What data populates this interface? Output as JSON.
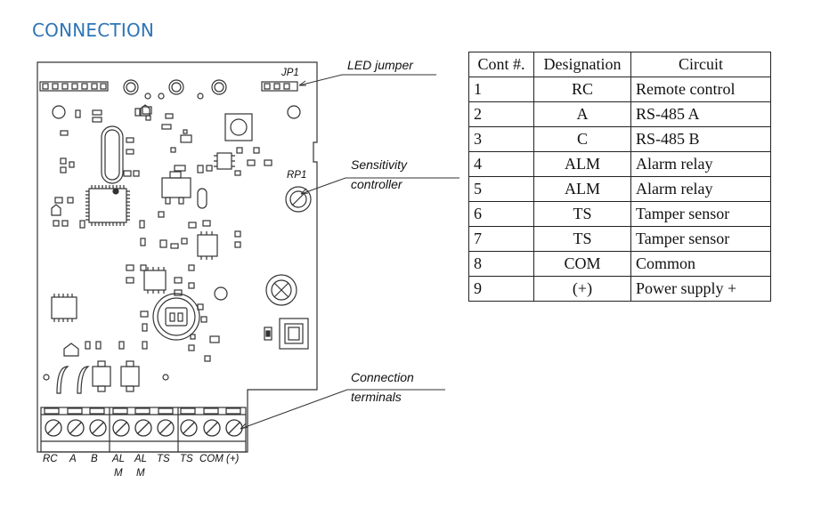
{
  "title": "CONNECTION",
  "callouts": {
    "jp1_label": "JP1",
    "rp1_label": "RP1",
    "led_jumper": "LED jumper",
    "sensitivity_line1": "Sensitivity",
    "sensitivity_line2": "controller",
    "connection_line1": "Connection",
    "connection_line2": "terminals"
  },
  "terminal_labels": [
    "RC",
    "A",
    "B",
    "AL",
    "AL",
    "TS",
    "TS",
    "COM",
    "(+)"
  ],
  "terminal_sub_labels": [
    "M",
    "M"
  ],
  "table": {
    "headers": [
      "Cont #.",
      "Designation",
      "Circuit"
    ],
    "rows": [
      {
        "num": "1",
        "designation": "RC",
        "circuit": "Remote control"
      },
      {
        "num": "2",
        "designation": "A",
        "circuit": "RS-485 A"
      },
      {
        "num": "3",
        "designation": "C",
        "circuit": "RS-485 B"
      },
      {
        "num": "4",
        "designation": "ALM",
        "circuit": "Alarm relay"
      },
      {
        "num": "5",
        "designation": "ALM",
        "circuit": "Alarm relay"
      },
      {
        "num": "6",
        "designation": "TS",
        "circuit": "Tamper sensor"
      },
      {
        "num": "7",
        "designation": "TS",
        "circuit": "Tamper sensor"
      },
      {
        "num": "8",
        "designation": "COM",
        "circuit": "Common"
      },
      {
        "num": "9",
        "designation": "(+)",
        "circuit": "Power supply +"
      }
    ]
  }
}
